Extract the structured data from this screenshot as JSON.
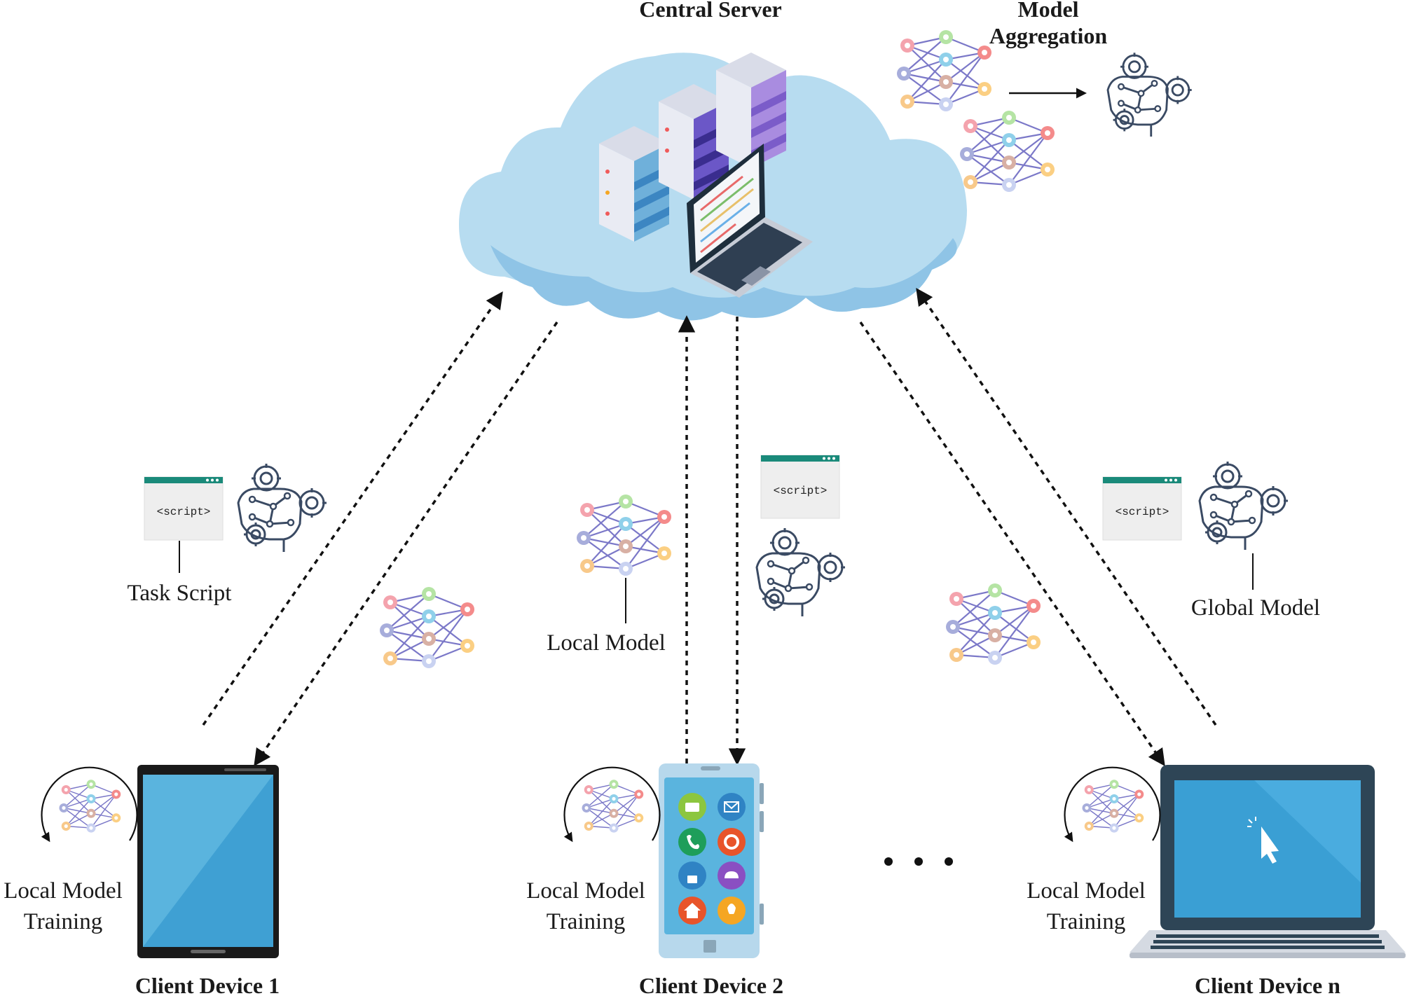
{
  "labels": {
    "central_server": "Central Server",
    "model_aggregation_1": "Model",
    "model_aggregation_2": "Aggregation",
    "task_script": "Task Script",
    "local_model": "Local Model",
    "global_model": "Global Model",
    "training_line1": "Local Model",
    "training_line2": "Training",
    "client_1": "Client Device 1",
    "client_2": "Client Device 2",
    "client_n": "Client Device n",
    "script_tag": "<script>"
  },
  "colors": {
    "cloud_light": "#b7dcf0",
    "cloud_dark": "#8fc4e6",
    "screen_blue": "#4aa8d8",
    "laptop_dark": "#2e4556",
    "arrow": "#111111",
    "script_bar": "#1a8a7a",
    "gear_stroke": "#3a4a63",
    "nn_edge": "#7b78c8"
  }
}
